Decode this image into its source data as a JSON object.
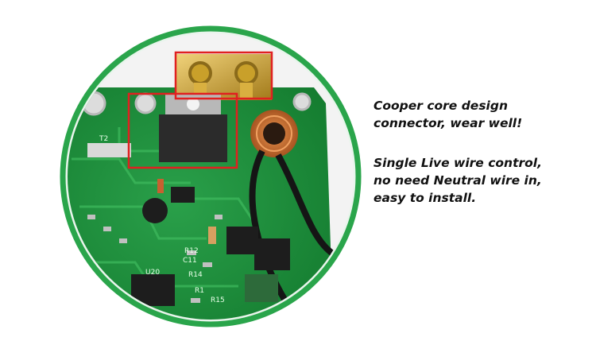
{
  "captions": {
    "block1": {
      "line1": "Cooper core design",
      "line2": "connector, wear well!"
    },
    "block2": {
      "line1": "Single Live wire control,",
      "line2": "no need Neutral wire in,",
      "line3": "easy to install."
    }
  },
  "board_labels": {
    "u20": "U20",
    "r14": "R14",
    "r12": "R12",
    "c11": "C11",
    "r1": "R1",
    "r15": "R15",
    "t2": "T2"
  },
  "colors": {
    "pcb_green": "#1f8f3a",
    "ring_green": "#2aa54b",
    "highlight_red": "#e02020",
    "brass": "#c9a02a",
    "copper_coil": "#c8642a"
  }
}
